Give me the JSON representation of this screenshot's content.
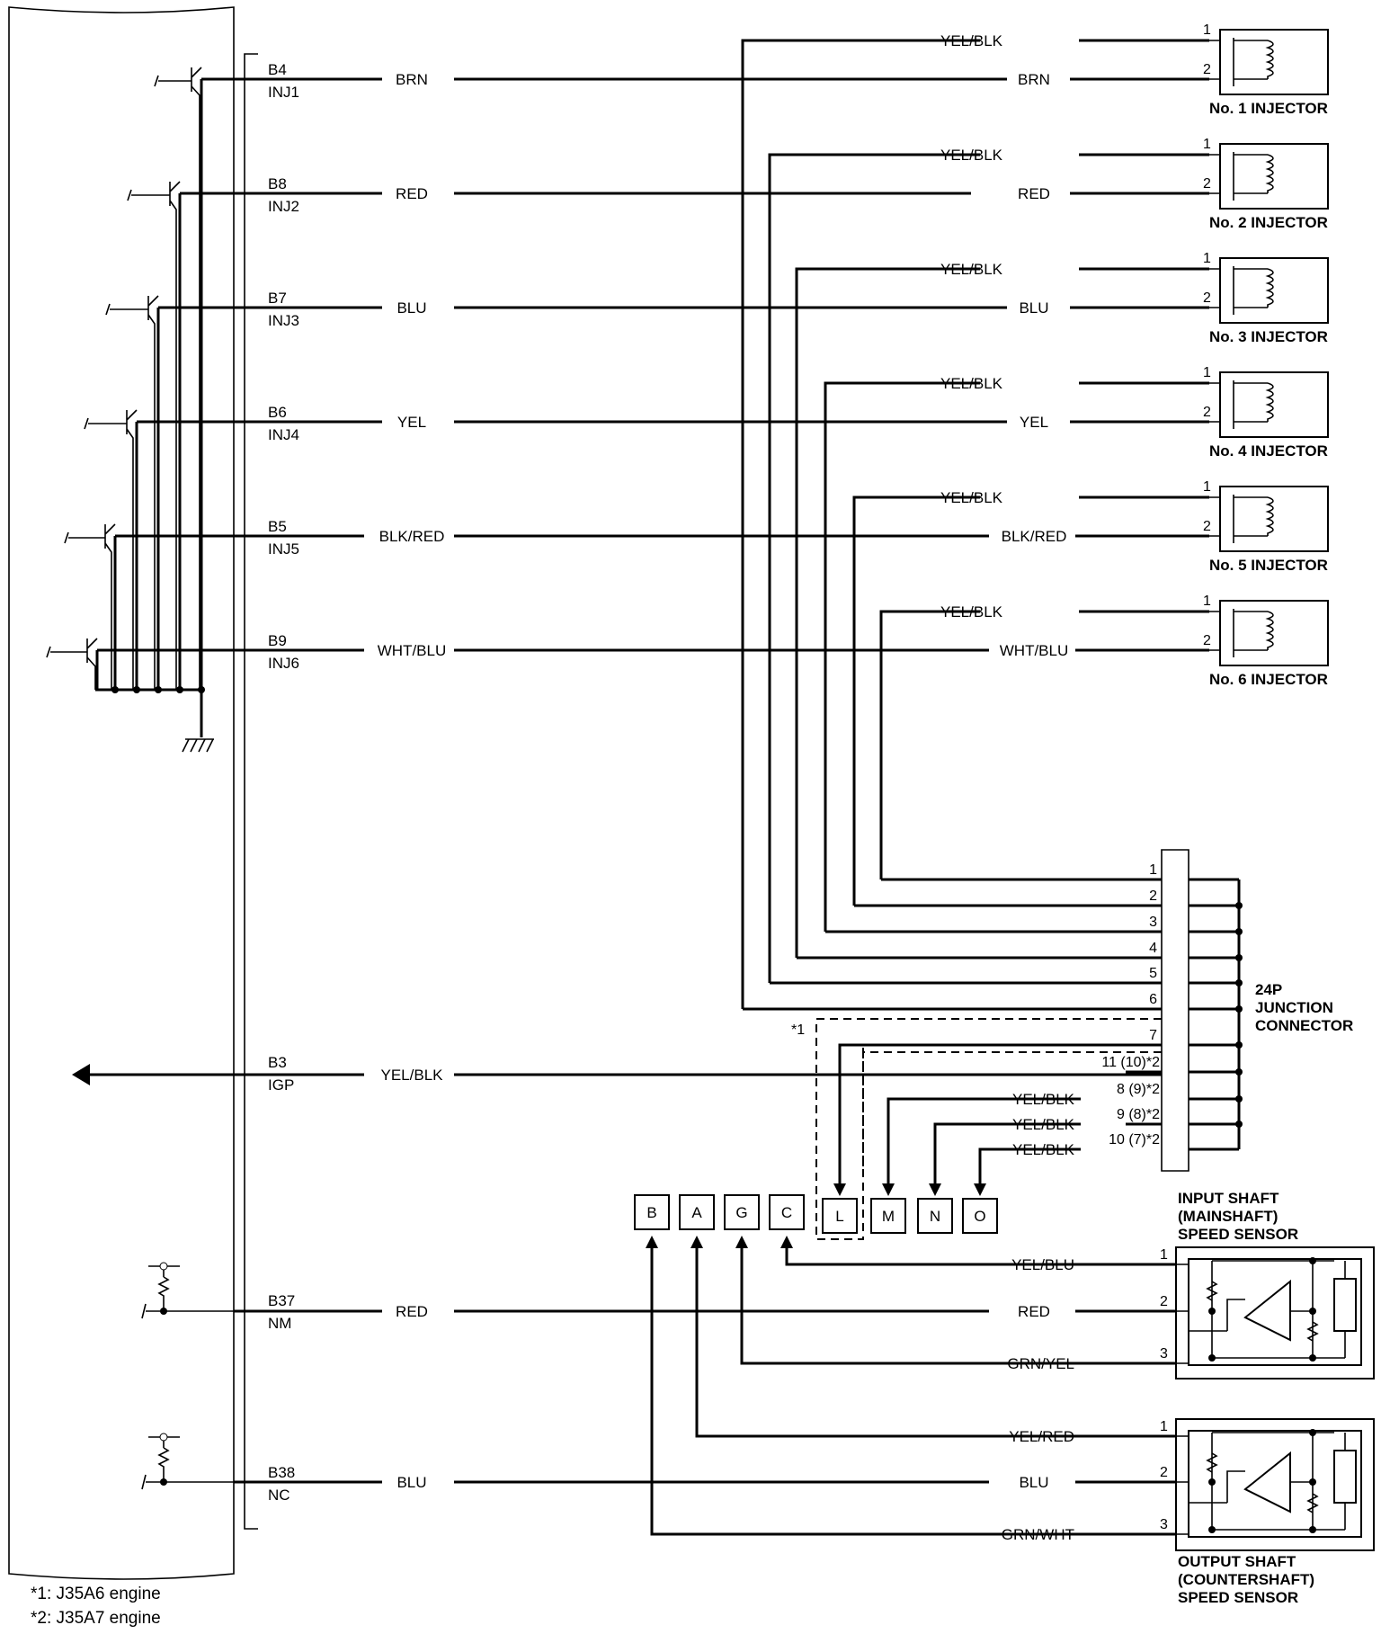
{
  "ecm": {
    "terminals": [
      {
        "pin": "B4",
        "name": "INJ1",
        "wire": "BRN"
      },
      {
        "pin": "B8",
        "name": "INJ2",
        "wire": "RED"
      },
      {
        "pin": "B7",
        "name": "INJ3",
        "wire": "BLU"
      },
      {
        "pin": "B6",
        "name": "INJ4",
        "wire": "YEL"
      },
      {
        "pin": "B5",
        "name": "INJ5",
        "wire": "BLK/RED"
      },
      {
        "pin": "B9",
        "name": "INJ6",
        "wire": "WHT/BLU"
      },
      {
        "pin": "B3",
        "name": "IGP",
        "wire": "YEL/BLK"
      },
      {
        "pin": "B37",
        "name": "NM",
        "wire": "RED"
      },
      {
        "pin": "B38",
        "name": "NC",
        "wire": "BLU"
      }
    ]
  },
  "injectors": [
    {
      "label": "No. 1 INJECTOR",
      "pin1": "1",
      "pin2": "2",
      "wire1": "YEL/BLK",
      "wire2": "BRN"
    },
    {
      "label": "No. 2 INJECTOR",
      "pin1": "1",
      "pin2": "2",
      "wire1": "YEL/BLK",
      "wire2": "RED"
    },
    {
      "label": "No. 3 INJECTOR",
      "pin1": "1",
      "pin2": "2",
      "wire1": "YEL/BLK",
      "wire2": "BLU"
    },
    {
      "label": "No. 4 INJECTOR",
      "pin1": "1",
      "pin2": "2",
      "wire1": "YEL/BLK",
      "wire2": "YEL"
    },
    {
      "label": "No. 5 INJECTOR",
      "pin1": "1",
      "pin2": "2",
      "wire1": "YEL/BLK",
      "wire2": "BLK/RED"
    },
    {
      "label": "No. 6 INJECTOR",
      "pin1": "1",
      "pin2": "2",
      "wire1": "YEL/BLK",
      "wire2": "WHT/BLU"
    }
  ],
  "junction": {
    "label": [
      "24P",
      "JUNCTION",
      "CONNECTOR"
    ],
    "pins": [
      "1",
      "2",
      "3",
      "4",
      "5",
      "6",
      "7",
      "11 (10)*2",
      "8 (9)*2",
      "9 (8)*2",
      "10 (7)*2"
    ],
    "side_wires": [
      "YEL/BLK",
      "YEL/BLK",
      "YEL/BLK"
    ],
    "note_mark": "*1"
  },
  "connector_boxes": [
    "B",
    "A",
    "G",
    "C",
    "L",
    "M",
    "N",
    "O"
  ],
  "input_sensor": {
    "label": [
      "INPUT SHAFT",
      "(MAINSHAFT)",
      "SPEED SENSOR"
    ],
    "pins": [
      "1",
      "2",
      "3"
    ],
    "wires": [
      "YEL/BLU",
      "RED",
      "GRN/YEL"
    ]
  },
  "output_sensor": {
    "label": [
      "OUTPUT SHAFT",
      "(COUNTERSHAFT)",
      "SPEED SENSOR"
    ],
    "pins": [
      "1",
      "2",
      "3"
    ],
    "wires": [
      "YEL/RED",
      "BLU",
      "GRN/WHT"
    ]
  },
  "footnotes": [
    "*1: J35A6 engine",
    "*2: J35A7 engine"
  ]
}
